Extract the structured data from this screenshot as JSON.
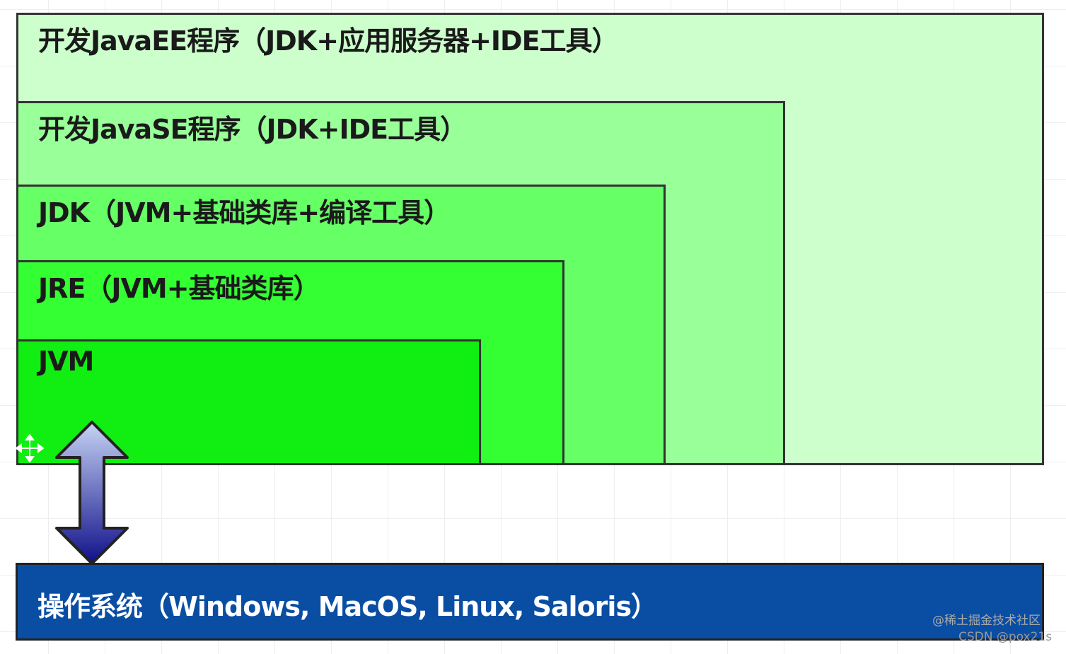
{
  "diagram": {
    "layers": [
      {
        "id": "javaee",
        "label": "开发JavaEE程序（JDK+应用服务器+IDE工具）",
        "color": "#ccffcc"
      },
      {
        "id": "javase",
        "label": "开发JavaSE程序（JDK+IDE工具）",
        "color": "#99ff99"
      },
      {
        "id": "jdk",
        "label": "JDK（JVM+基础类库+编译工具）",
        "color": "#66ff66"
      },
      {
        "id": "jre",
        "label": "JRE（JVM+基础类库）",
        "color": "#33ff33"
      },
      {
        "id": "jvm",
        "label": "JVM",
        "color": "#11ee11"
      }
    ],
    "os": {
      "label": "操作系统（Windows, MacOS, Linux, Saloris）",
      "color": "#0a4ea3"
    },
    "arrow": {
      "icon": "double-arrow-vertical",
      "colors": [
        "#c8d4f4",
        "#10108a"
      ]
    }
  },
  "watermark": {
    "line1": "@稀土掘金技术社区",
    "line2": "CSDN @pox21s"
  }
}
